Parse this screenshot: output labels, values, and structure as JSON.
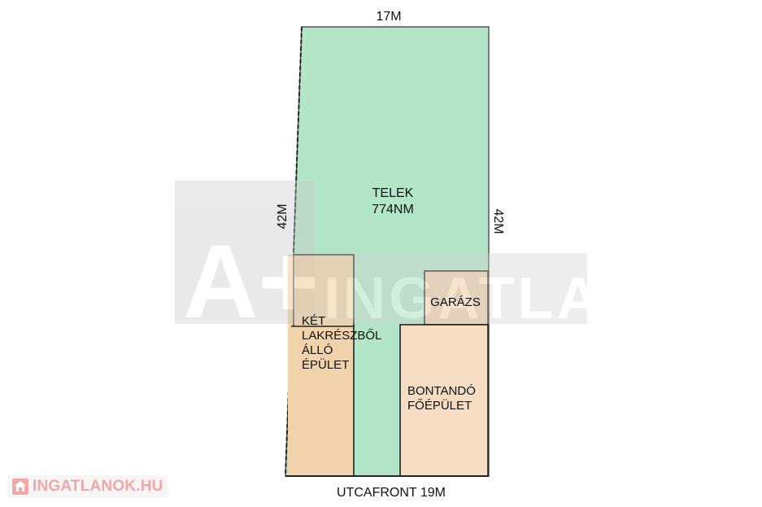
{
  "plot": {
    "top_dimension": "17M",
    "left_dimension": "42M",
    "right_dimension": "42M",
    "bottom_dimension": "UTCAFRONT 19M",
    "telek_title": "TELEK",
    "telek_area": "774NM"
  },
  "buildings": {
    "left_building": [
      "KÉT",
      "LAKRÉSZBŐL",
      "ÁLLÓ",
      "ÉPÜLET"
    ],
    "garage": "GARÁZS",
    "main_building": [
      "BONTANDÓ",
      "FŐÉPÜLET"
    ]
  },
  "watermark": {
    "brand_mark": "A+",
    "brand_word": "INGATLAN"
  },
  "site_badge": {
    "text": "INGATLANOK.HU",
    "icon": "house-icon"
  },
  "colors": {
    "plot_green": "#b3e6c8",
    "left_building": "#f0d3aa",
    "garage": "#f2d3ae",
    "main_building": "#f6dcc2",
    "outline": "#222222"
  }
}
